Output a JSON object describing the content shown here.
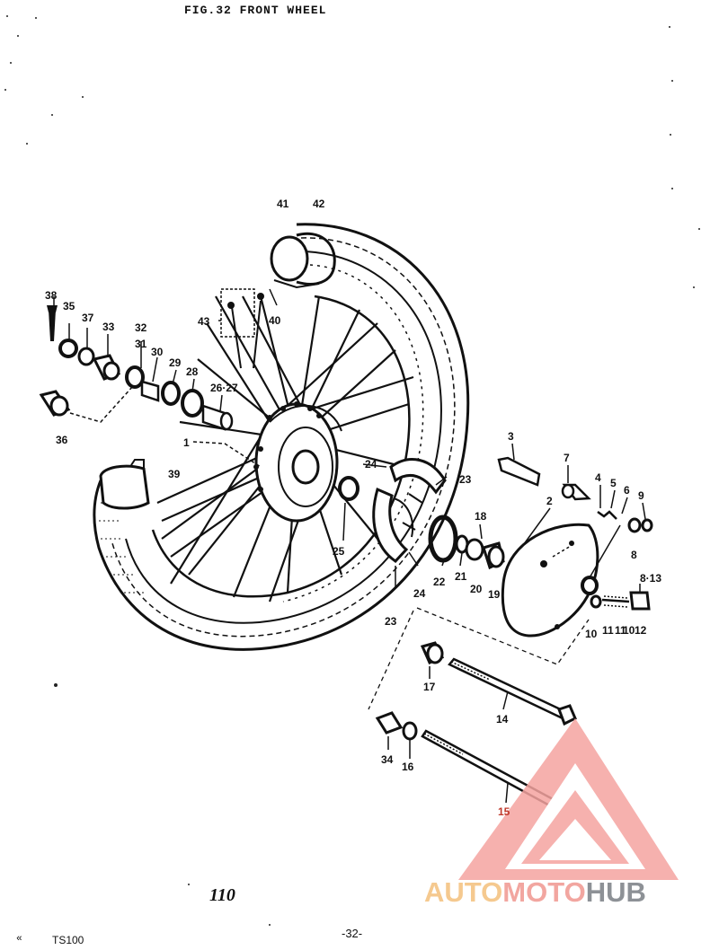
{
  "figure": {
    "title": "FIG.32 FRONT WHEEL",
    "page_number": "110",
    "model": "TS100",
    "page_label": "-32-",
    "bullet": "«"
  },
  "callouts": [
    {
      "id": "c38",
      "label": "38"
    },
    {
      "id": "c35",
      "label": "35"
    },
    {
      "id": "c37",
      "label": "37"
    },
    {
      "id": "c33",
      "label": "33"
    },
    {
      "id": "c32",
      "label": "32"
    },
    {
      "id": "c31",
      "label": "31"
    },
    {
      "id": "c30",
      "label": "30"
    },
    {
      "id": "c29",
      "label": "29"
    },
    {
      "id": "c28",
      "label": "28"
    },
    {
      "id": "c2627",
      "label": "26·27"
    },
    {
      "id": "c36",
      "label": "36"
    },
    {
      "id": "c1",
      "label": "1"
    },
    {
      "id": "c43",
      "label": "43"
    },
    {
      "id": "c40",
      "label": "40"
    },
    {
      "id": "c41",
      "label": "41"
    },
    {
      "id": "c42",
      "label": "42"
    },
    {
      "id": "c39",
      "label": "39"
    },
    {
      "id": "c24a",
      "label": "24"
    },
    {
      "id": "c23a",
      "label": "23"
    },
    {
      "id": "c25",
      "label": "25"
    },
    {
      "id": "c24b",
      "label": "24"
    },
    {
      "id": "c23b",
      "label": "23"
    },
    {
      "id": "c22",
      "label": "22"
    },
    {
      "id": "c21",
      "label": "21"
    },
    {
      "id": "c18",
      "label": "18"
    },
    {
      "id": "c20",
      "label": "20"
    },
    {
      "id": "c19",
      "label": "19"
    },
    {
      "id": "c3",
      "label": "3"
    },
    {
      "id": "c7",
      "label": "7"
    },
    {
      "id": "c2",
      "label": "2"
    },
    {
      "id": "c4",
      "label": "4"
    },
    {
      "id": "c5",
      "label": "5"
    },
    {
      "id": "c6",
      "label": "6"
    },
    {
      "id": "c9",
      "label": "9"
    },
    {
      "id": "c8",
      "label": "8"
    },
    {
      "id": "c813",
      "label": "8·13"
    },
    {
      "id": "c10a",
      "label": "10"
    },
    {
      "id": "c11a",
      "label": "11"
    },
    {
      "id": "c11b",
      "label": "11"
    },
    {
      "id": "c10b",
      "label": "10"
    },
    {
      "id": "c12",
      "label": "12"
    },
    {
      "id": "c17",
      "label": "17"
    },
    {
      "id": "c14",
      "label": "14"
    },
    {
      "id": "c34",
      "label": "34"
    },
    {
      "id": "c16",
      "label": "16"
    },
    {
      "id": "c15",
      "label": "15"
    }
  ],
  "watermark": {
    "part1": "AUTO",
    "part2": "MOTO",
    "part3": "HUB",
    "color_auto": "#f5c98f",
    "color_moto": "#f2a6a0",
    "color_hub": "#8d9196",
    "triangle_color": "#f4a3a0"
  }
}
